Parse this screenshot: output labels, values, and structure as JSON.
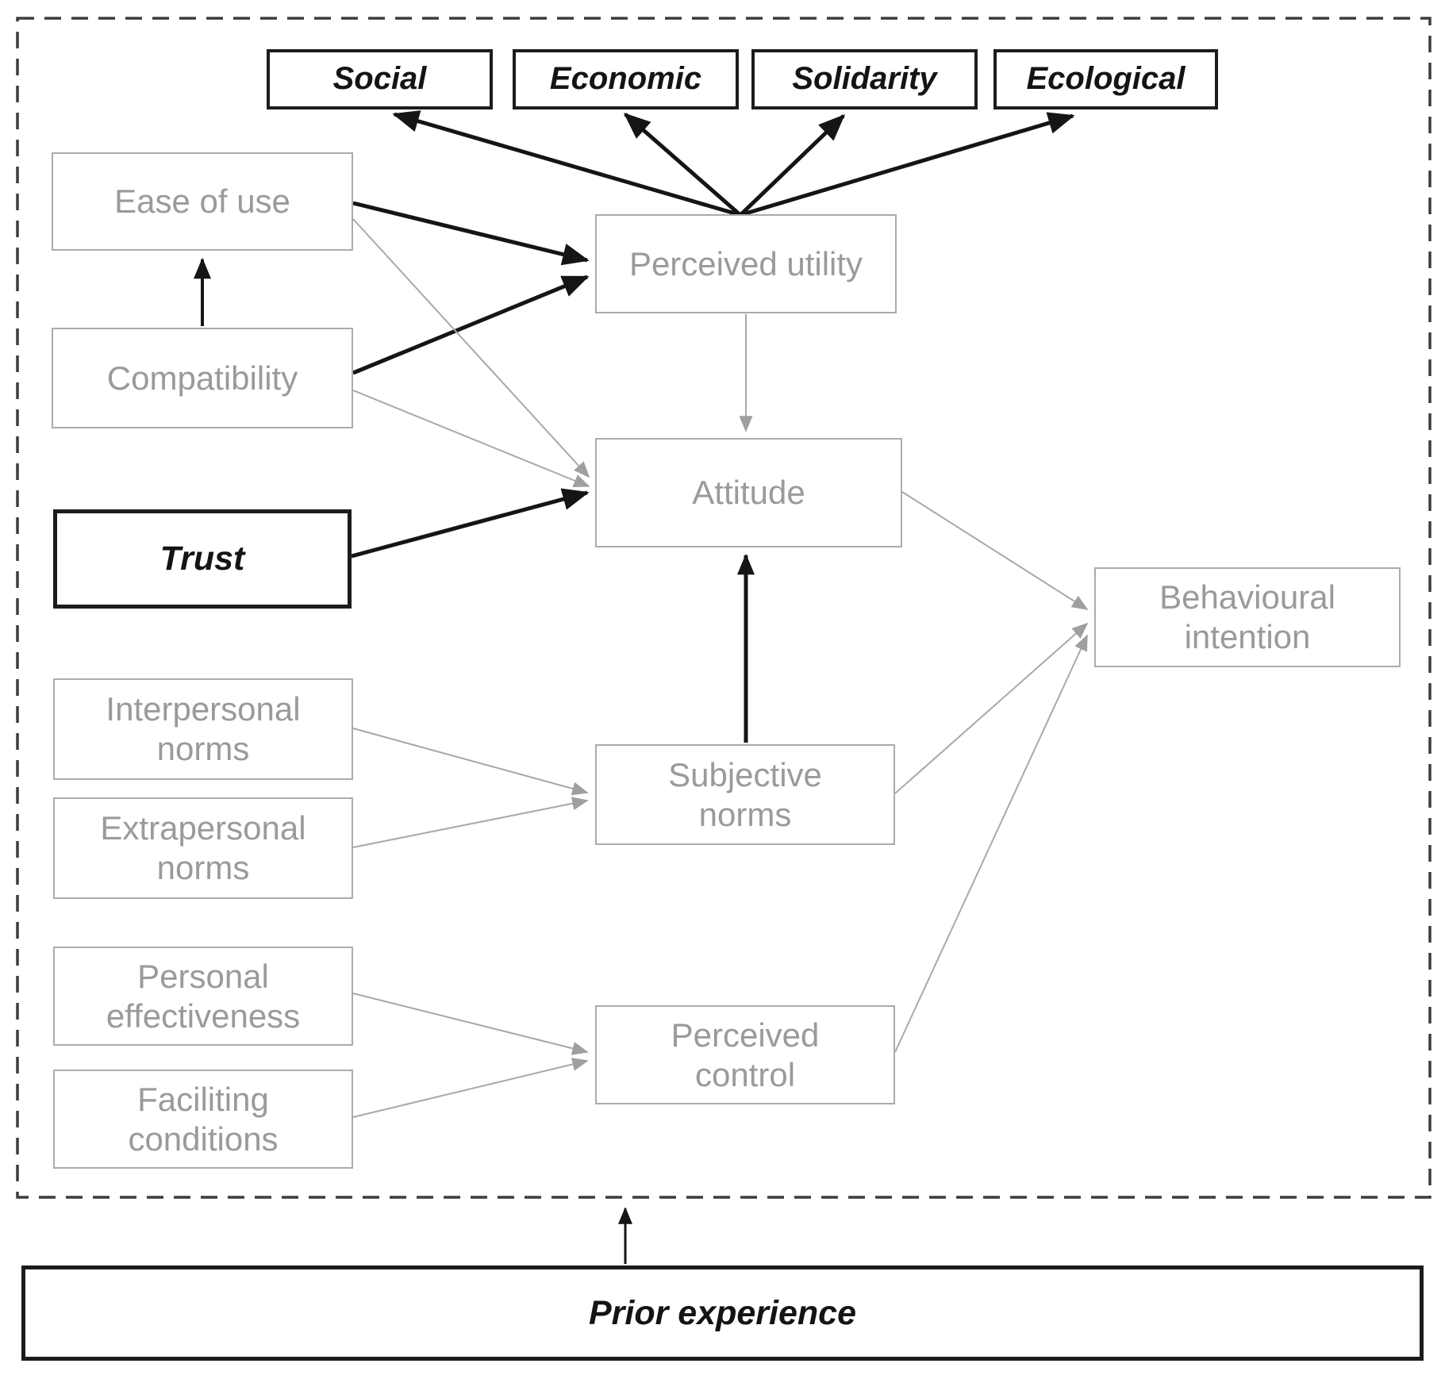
{
  "diagram": {
    "colors": {
      "emphasis_line": "#151515",
      "muted_line": "#a8a8a8",
      "muted_border": "#ababab",
      "muted_text": "#9a9a9a",
      "background": "#ffffff"
    },
    "nodes": {
      "social": {
        "label": "Social"
      },
      "economic": {
        "label": "Economic"
      },
      "solidarity": {
        "label": "Solidarity"
      },
      "ecological": {
        "label": "Ecological"
      },
      "ease_of_use": {
        "label": "Ease of use"
      },
      "compatibility": {
        "label": "Compatibility"
      },
      "trust": {
        "label": "Trust"
      },
      "interpersonal_norms": {
        "label": "Interpersonal norms"
      },
      "extrapersonal_norms": {
        "label": "Extrapersonal norms"
      },
      "personal_effectiveness": {
        "label": "Personal effectiveness"
      },
      "faciliting_conditions": {
        "label": "Faciliting conditions"
      },
      "perceived_utility": {
        "label": "Perceived utility"
      },
      "attitude": {
        "label": "Attitude"
      },
      "subjective_norms": {
        "label": "Subjective norms"
      },
      "perceived_control": {
        "label": "Perceived control"
      },
      "behavioural_intention": {
        "label": "Behavioural intention"
      },
      "prior_experience": {
        "label": "Prior experience"
      }
    }
  }
}
